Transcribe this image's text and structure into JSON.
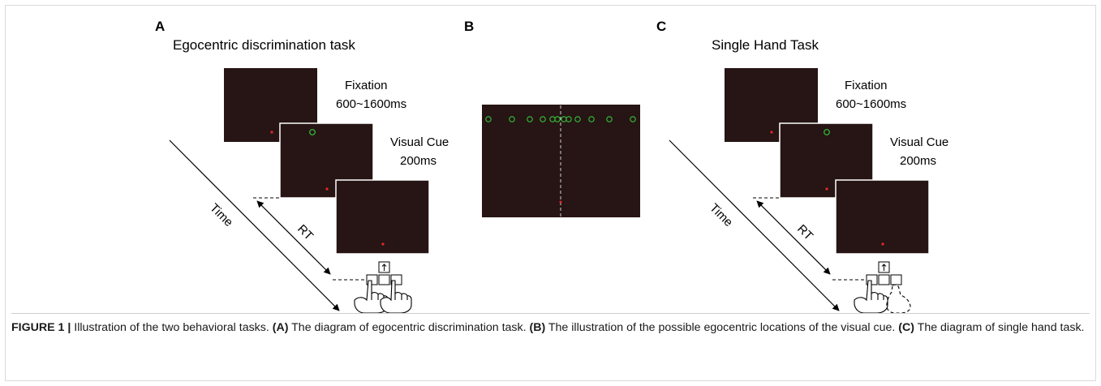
{
  "panels": {
    "a": {
      "letter": "A",
      "title": "Egocentric discrimination task",
      "fixation_label": "Fixation",
      "fixation_duration": "600~1600ms",
      "cue_label": "Visual Cue",
      "cue_duration": "200ms",
      "time_label": "Time",
      "rt_label": "RT"
    },
    "b": {
      "letter": "B"
    },
    "c": {
      "letter": "C",
      "title": "Single Hand Task",
      "fixation_label": "Fixation",
      "fixation_duration": "600~1600ms",
      "cue_label": "Visual Cue",
      "cue_duration": "200ms",
      "time_label": "Time",
      "rt_label": "RT"
    }
  },
  "caption": {
    "prefix": "FIGURE 1 |",
    "intro": " Illustration of the two behavioral tasks. ",
    "a_tag": "(A)",
    "a_text": " The diagram of egocentric discrimination task. ",
    "b_tag": "(B)",
    "b_text": " The illustration of the possible egocentric locations of the visual cue. ",
    "c_tag": "(C)",
    "c_text": " The diagram of single hand task."
  },
  "colors": {
    "screen": "#261514",
    "fixation_dot": "#e8262a",
    "cue_circle": "#35c23a",
    "midline": "#d0d0d0"
  },
  "icons": {
    "up_key": "up-arrow-key-icon",
    "left_hand": "pointing-hand-icon",
    "right_hand": "pointing-hand-icon"
  }
}
